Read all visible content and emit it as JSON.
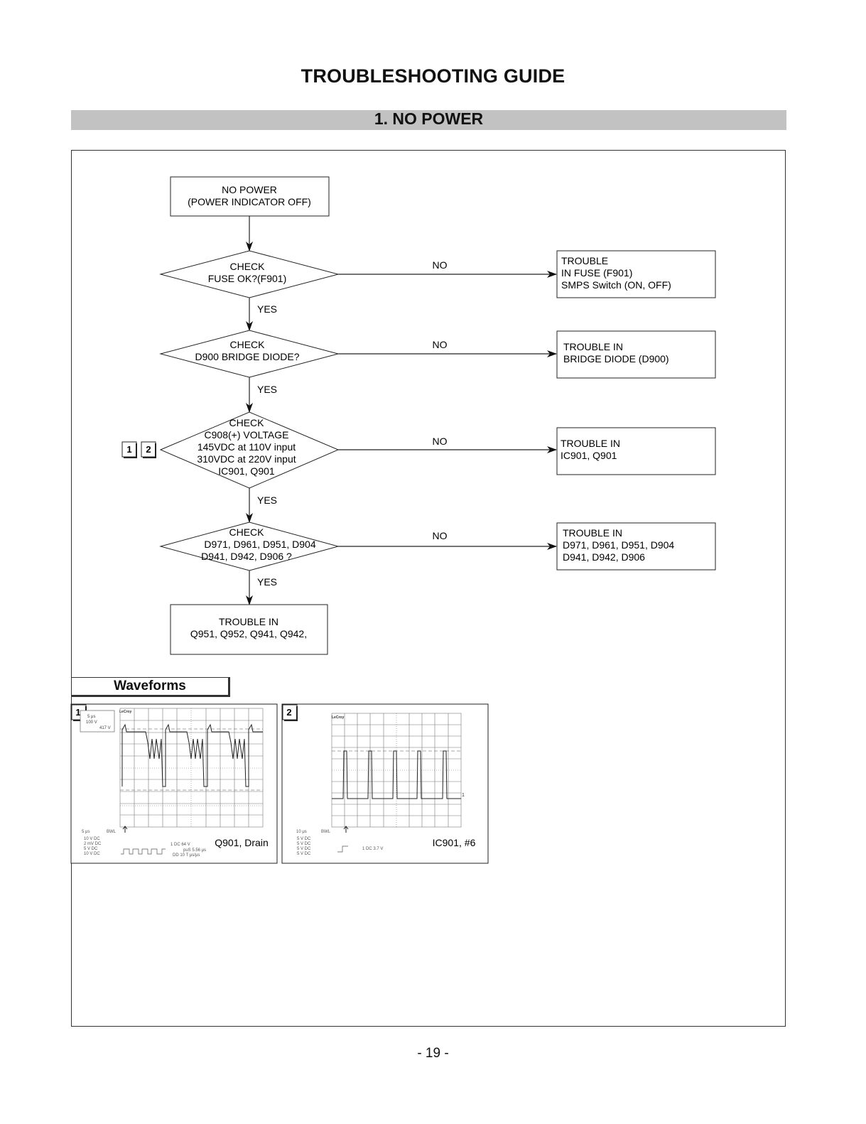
{
  "page": {
    "title": "TROUBLESHOOTING GUIDE",
    "section": "1. NO POWER",
    "page_number": "- 19 -"
  },
  "flow": {
    "start": [
      "NO POWER",
      "(POWER INDICATOR OFF)"
    ],
    "decisions": [
      {
        "lines": [
          "CHECK",
          "FUSE OK?(F901)"
        ],
        "no_label": "NO",
        "yes_label": "YES",
        "result": [
          "TROUBLE",
          "IN FUSE (F901)",
          "SMPS Switch (ON, OFF)"
        ]
      },
      {
        "lines": [
          "CHECK",
          "D900 BRIDGE DIODE?"
        ],
        "no_label": "NO",
        "yes_label": "YES",
        "result": [
          "TROUBLE IN",
          "BRIDGE DIODE (D900)"
        ]
      },
      {
        "lines": [
          "CHECK",
          "C908(+) VOLTAGE",
          "145VDC at 110V input",
          "310VDC at 220V input",
          "IC901, Q901"
        ],
        "no_label": "NO",
        "yes_label": "YES",
        "refs": [
          "1",
          "2"
        ],
        "result": [
          "TROUBLE IN",
          "IC901, Q901"
        ]
      },
      {
        "lines": [
          "CHECK",
          "D971, D961, D951, D904",
          "D941, D942, D906 ?"
        ],
        "no_label": "NO",
        "yes_label": "YES",
        "result": [
          "TROUBLE IN",
          "D971, D961, D951, D904",
          "D941, D942, D906"
        ]
      }
    ],
    "end": [
      "TROUBLE IN",
      "Q951, Q952, Q941, Q942,"
    ]
  },
  "waveforms": {
    "heading": "Waveforms",
    "panels": [
      {
        "number": "1",
        "caption": "Q901, Drain",
        "brand": "LeCroy",
        "scale": [
          "5 μs",
          "100 V",
          "417 V"
        ],
        "footer_left": [
          "5 μs",
          "BWL",
          "10 V DC",
          "2 mV DC",
          "5 V DC",
          "10 V DC"
        ],
        "footer_mid": [
          "1 DC 64 V",
          "puS 5.56 μs",
          "DD 10 T μs/μs"
        ]
      },
      {
        "number": "2",
        "caption": "IC901, #6",
        "brand": "LeCroy",
        "footer_left": [
          "10 μs",
          "BWL",
          "5 V DC",
          "5 V DC",
          "5 V DC",
          "5 V DC"
        ],
        "footer_mid": [
          "1 DC 3.7 V"
        ]
      }
    ]
  }
}
